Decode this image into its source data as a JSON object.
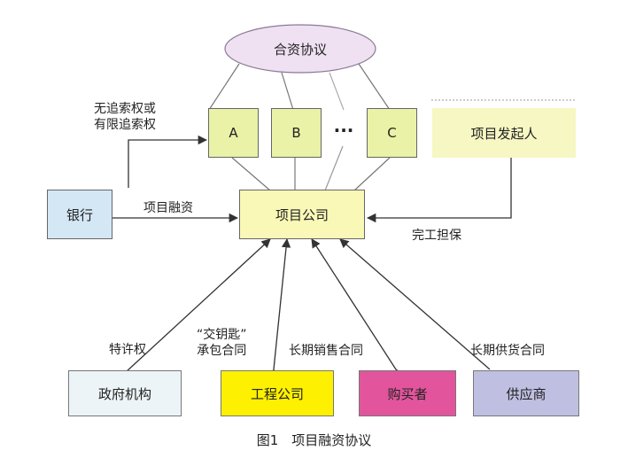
{
  "diagram": {
    "agreement": "合资协议",
    "sponsors": [
      "A",
      "B",
      "C"
    ],
    "ellipsis": "···",
    "initiator": "项目发起人",
    "bank": "银行",
    "project_company": "项目公司",
    "recourse_label": "无追索权或\n有限追索权",
    "financing_label": "项目融资",
    "completion_label": "完工担保",
    "government": "政府机构",
    "engineering": "工程公司",
    "buyer": "购买者",
    "supplier": "供应商",
    "franchise_label": "特许权",
    "turnkey_label": "“交钥匙”\n承包合同",
    "sales_label": "长期销售合同",
    "supply_label": "长期供货合同",
    "caption": "图1　项目融资协议"
  },
  "colors": {
    "ellipse_fill": "#efe0f2",
    "sponsor_fill": "#e9f2a6",
    "initiator_fill": "#f6f7c2",
    "project_fill": "#f9f8b6",
    "bank_fill": "#d4e7f5",
    "government_fill": "#edf4f7",
    "engineering_fill": "#fdf000",
    "buyer_fill": "#e2559d",
    "supplier_fill": "#bfbfe2"
  }
}
